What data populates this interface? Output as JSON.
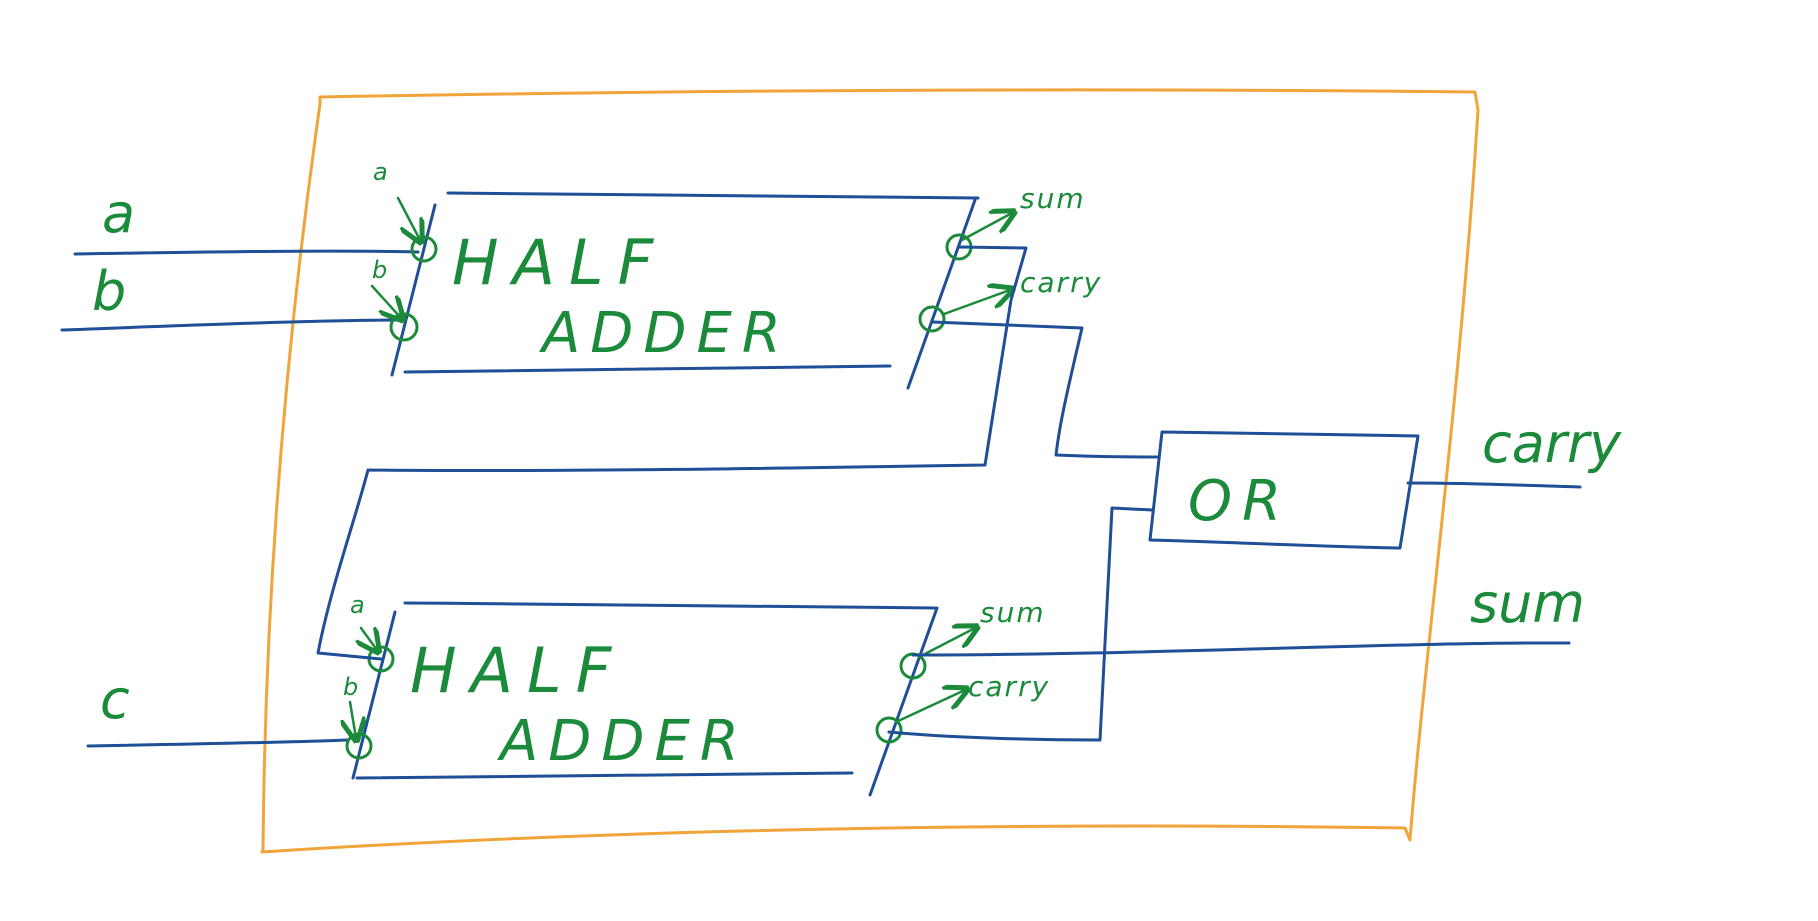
{
  "diagram": {
    "inputs": {
      "a": "a",
      "b": "b",
      "c": "c"
    },
    "outputs": {
      "carry": "carry",
      "sum": "sum"
    },
    "half_adder_1": {
      "line1": "HALF",
      "line2": "ADDER",
      "port_a": "a",
      "port_b": "b",
      "out_sum": "sum",
      "out_carry": "carry"
    },
    "half_adder_2": {
      "line1": "HALF",
      "line2": "ADDER",
      "port_a": "a",
      "port_b": "b",
      "out_sum": "sum",
      "out_carry": "carry"
    },
    "or_gate": {
      "label": "OR"
    },
    "colors": {
      "wire": "#1f4f96",
      "annotation": "#1b8a3a",
      "frame": "#f0a43a",
      "background": "#ffffff"
    }
  }
}
